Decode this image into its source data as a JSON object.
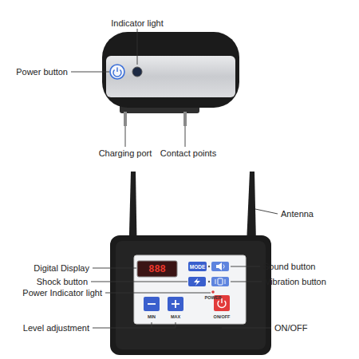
{
  "diagram": {
    "labels": [
      "Indicator light",
      "Power button",
      "Charging port",
      "Contact points",
      "Antenna",
      "Digital Display",
      "888",
      "MODE",
      "Sound button",
      "Shock button",
      "Vibration button",
      "Power Indicator light",
      "POWER",
      "Level adjustment",
      "MIN",
      "MAX",
      "ON/OFF",
      "ON/OFF"
    ]
  }
}
